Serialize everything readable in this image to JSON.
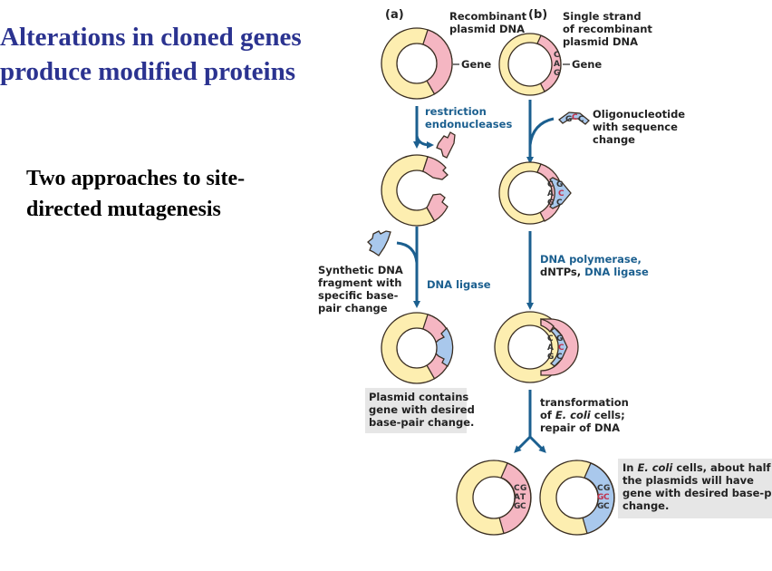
{
  "slide": {
    "title_lines": [
      "Alterations in cloned genes",
      "produce modified proteins"
    ],
    "subtitle_lines": [
      "Two approaches to site-",
      "directed mutagenesis"
    ]
  },
  "colors": {
    "title": "#2b3390",
    "plasmid_backbone": "#fdeeb0",
    "gene_original": "#f5b6c2",
    "gene_mutated": "#a9c8ec",
    "arrow_and_enzyme_text": "#1b5f8f",
    "mutated_base": "#c0304a"
  },
  "panel_a": {
    "label": "(a)",
    "start_label_lines": [
      "Recombinant",
      "plasmid DNA"
    ],
    "gene_label": "Gene",
    "step1_enzyme_lines": [
      "restriction",
      "endonucleases"
    ],
    "fragment_label_lines": [
      "Synthetic DNA",
      "fragment with",
      "specific base-",
      "pair change"
    ],
    "step2_enzyme": "DNA ligase",
    "result_note_lines": [
      "Plasmid contains",
      "gene with desired",
      "base-pair change."
    ]
  },
  "panel_b": {
    "label": "(b)",
    "start_label_lines": [
      "Single strand",
      "of recombinant",
      "plasmid DNA"
    ],
    "gene_label": "Gene",
    "original_bases": [
      "C",
      "A",
      "G"
    ],
    "oligo_bases": [
      "G",
      "C",
      "C"
    ],
    "oligo_label_lines": [
      "Oligonucleotide",
      "with sequence",
      "change"
    ],
    "step2_lines": [
      "DNA polymerase,",
      "dNTPs, DNA ligase"
    ],
    "step2_black_part": "dNTPs, ",
    "step2_blue_part": "DNA ligase",
    "step3_lines": [
      "transformation",
      "of E. coli cells;",
      "repair of DNA"
    ],
    "result_left_pairs": [
      [
        "C",
        "G"
      ],
      [
        "A",
        "T"
      ],
      [
        "G",
        "C"
      ]
    ],
    "result_right_pairs": [
      [
        "C",
        "G"
      ],
      [
        "G",
        "C"
      ],
      [
        "G",
        "C"
      ]
    ],
    "result_note_lines": [
      "In E. coli cells, about half",
      "the plasmids will have",
      "gene with desired base-pair",
      "change."
    ]
  }
}
